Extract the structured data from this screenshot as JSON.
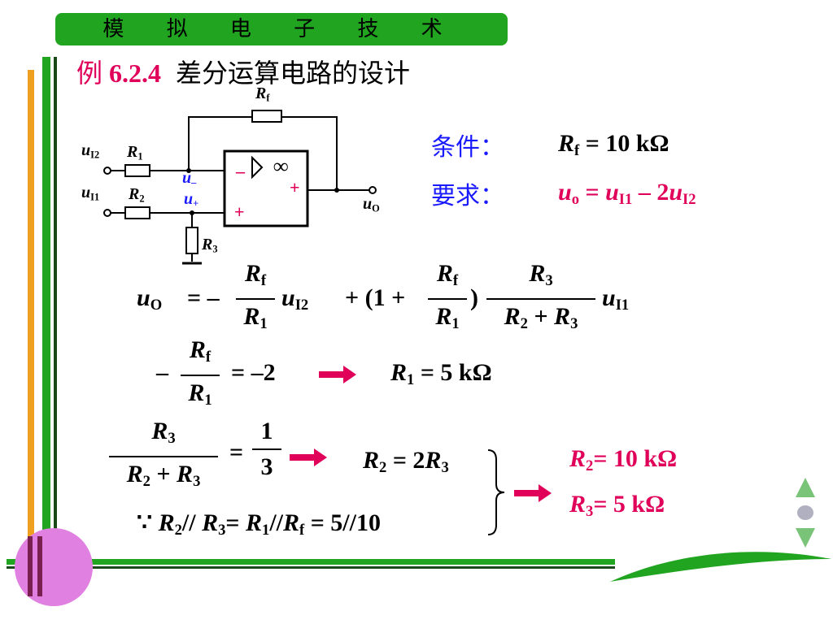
{
  "header": {
    "title": "模 拟 电 子 技 术"
  },
  "example": {
    "prefix": "例",
    "number": "6.2.4",
    "title": "差分运算电路的设计"
  },
  "circuit": {
    "label_uI2": "u",
    "label_uI2_sub": "I2",
    "label_uI1": "u",
    "label_uI1_sub": "I1",
    "label_R1": "R",
    "label_R1_sub": "1",
    "label_R2": "R",
    "label_R2_sub": "2",
    "label_R3": "R",
    "label_R3_sub": "3",
    "label_Rf": "R",
    "label_Rf_sub": "f",
    "label_uminus": "u",
    "label_uminus_sub": "–",
    "label_uplus": "u",
    "label_uplus_sub": "+",
    "label_uO": "u",
    "label_uO_sub": "O",
    "opamp_inf": "∞",
    "minus_sign": "–",
    "plus_sign": "+",
    "out_plus": "+"
  },
  "conditions": {
    "label": "条件：",
    "rf_value": "= 10 kΩ",
    "req_label": "要求：",
    "req_uo": "u",
    "req_uo_sub": "o",
    "req_eq": "=",
    "req_u1": "u",
    "req_u1_sub": "I1",
    "req_minus_2": "– 2",
    "req_u2": "u",
    "req_u2_sub": "I2"
  },
  "equations": {
    "eq1_uO": "u",
    "eq1_uO_sub": "O",
    "eq1_eq": "= –",
    "eq1_u_i2": "u",
    "eq1_u_i2_sub": "I2",
    "eq1_plus_open": "+ (1 +",
    "eq1_close": ")",
    "eq1_u_i1": "u",
    "eq1_u_i1_sub": "I1",
    "r2_plus_r3": "+",
    "eq2_minus": "–",
    "eq2_rhs": "= –2",
    "eq2_result": "= 5 kΩ",
    "eq3_eq": "=",
    "eq3_num": "1",
    "eq3_den": "3",
    "eq3_r2": "= 2",
    "eq4_because": "∵",
    "eq4_text_a": "//",
    "eq4_text_b": "= ",
    "eq4_text_c": "//",
    "eq4_text_d": "= 5//10",
    "res_r2": "= 10 kΩ",
    "res_r3": "= 5 kΩ"
  },
  "colors": {
    "green": "#21a521",
    "blue": "#1a1aff",
    "red": "#e0005a",
    "orange": "#f0a020"
  }
}
